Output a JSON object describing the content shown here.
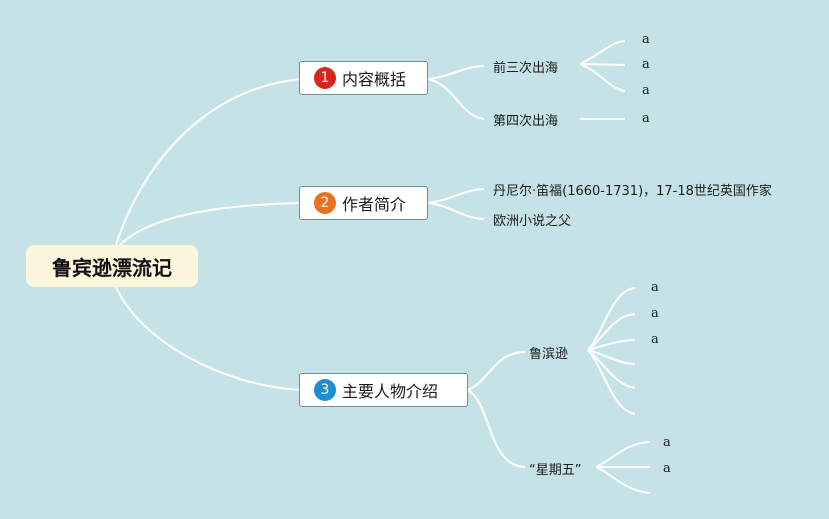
{
  "root": {
    "label": "鲁宾逊漂流记"
  },
  "branches": [
    {
      "number": "1",
      "label": "内容概括",
      "color": "#d9261c",
      "children": [
        {
          "label": "前三次出海",
          "leaves": [
            "a",
            "a",
            "a"
          ]
        },
        {
          "label": "第四次出海",
          "leaves": [
            "a"
          ]
        }
      ]
    },
    {
      "number": "2",
      "label": "作者简介",
      "color": "#e8731f",
      "children": [
        {
          "label": "丹尼尔·笛福(1660-1731)，17-18世纪英国作家"
        },
        {
          "label": "欧洲小说之父"
        }
      ]
    },
    {
      "number": "3",
      "label": "主要人物介绍",
      "color": "#1d8fd1",
      "children": [
        {
          "label": "鲁滨逊",
          "leaves": [
            "a",
            "a",
            "a",
            "",
            "",
            ""
          ]
        },
        {
          "label": "“星期五”",
          "leaves": [
            "a",
            "a",
            ""
          ]
        }
      ]
    }
  ],
  "colors": {
    "background": "#c5e3e6",
    "root_fill": "#fdf6dd",
    "connector": "#ffffff",
    "node_border": "#6f8f93"
  }
}
